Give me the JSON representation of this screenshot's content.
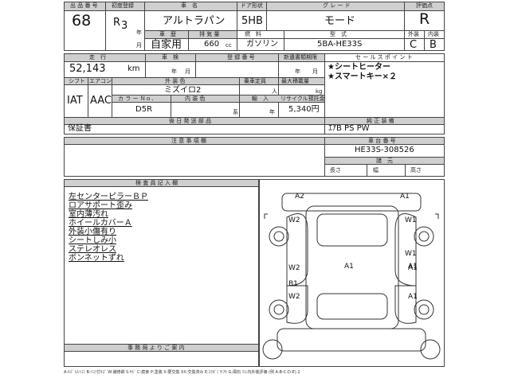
{
  "header": {
    "lot_label": "出 品 番 号",
    "lot_no": "68",
    "first_reg_label": "初度登録",
    "era": "R",
    "era_year": "3",
    "year_suffix": "年",
    "month_suffix": "月",
    "car_name_label": "車　名",
    "car_name": "アルトラパン",
    "door_label": "ドア形状",
    "door": "5HB",
    "grade_label": "グ レ ー ド",
    "grade": "モード",
    "score_label": "評価点",
    "score": "R",
    "usage_label": "車　歴",
    "usage": "自家用",
    "displacement_label": "排 気 量",
    "displacement": "660",
    "displacement_unit": "cc",
    "fuel_label": "燃　料",
    "fuel": "ガソリン",
    "model_label": "型　式",
    "model": "5BA-HE33S",
    "exterior_label": "外装",
    "interior_label": "内装",
    "exterior": "C",
    "interior": "B"
  },
  "mileage": {
    "label": "走　行",
    "value": "52,143",
    "unit": "km",
    "shaken_label": "車　検",
    "shaken_year": "年",
    "shaken_month": "月",
    "plate_label": "登 録 番 号",
    "recycle_check_label": "新遺書類期限",
    "recycle_year": "年",
    "recycle_month": "月"
  },
  "sales_points": {
    "label": "セ ー ル ス ポ イ ン ト",
    "items": [
      "★シートヒーター",
      "★スマートキー×２"
    ]
  },
  "spec": {
    "shift_label": "シフト",
    "ac_label": "エアコン",
    "shift": "IAT",
    "ac": "AAC",
    "color_label": "外 装 色",
    "color": "ミズイロ2",
    "color_no_label": "カ ラ ー Ｎｏ．",
    "color_no": "D5R",
    "interior_color_label": "内 装 色",
    "capacity_label": "乗車定員",
    "capacity_unit": "人",
    "load_label": "最大積載量",
    "load_unit": "kg",
    "import_label": "輸　入",
    "import_unit": "年",
    "recycle_label": "リサイクル預託金",
    "recycle_fee": "5,340円",
    "color_suffix": "系"
  },
  "equipment": {
    "after_label": "後 日 発 送 部 品",
    "after_value": "保証書",
    "std_label": "純 正 装 備",
    "std_value": "ｴｱB PS PW"
  },
  "notes": {
    "label": "注 意 事 項 欄",
    "chassis_label": "車 台 番 号",
    "chassis_no": "HE33S-308526",
    "dims_label": "諸　元",
    "length_label": "長さ",
    "width_label": "幅",
    "height_label": "高さ"
  },
  "inspector": {
    "label": "検 査 員 記 入 欄",
    "lines": [
      "左センターピラーＢＰ",
      "ロアサポート歪み",
      "室内薄汚れ",
      "ホイールカバーＡ",
      "外装小傷有り",
      "シートしみ小",
      "ステレオレス",
      "ボンネットずれ"
    ]
  },
  "office": {
    "label": "事 務 局 よ り ご 案 内"
  },
  "diagram": {
    "marks": [
      "A2",
      "A1",
      "W2",
      "W1",
      "A1",
      "W2",
      "A1",
      "W1",
      "A1",
      "B1",
      "W2",
      "A1"
    ]
  },
  "footer": "A:ｷｽﾞ U:ﾍｺﾐ B:ﾍｺﾐ付ｷｽﾞ W:補修跡 S:ｻﾋﾞ C:腐食 P:塗装 X:要交換 XX:交換済み E:ｴｸﾎﾞﾐ Y:ｱﾅ G:飛石 ﾏｽ:内外装評価 (例 A-B-C-D-E) 2"
}
